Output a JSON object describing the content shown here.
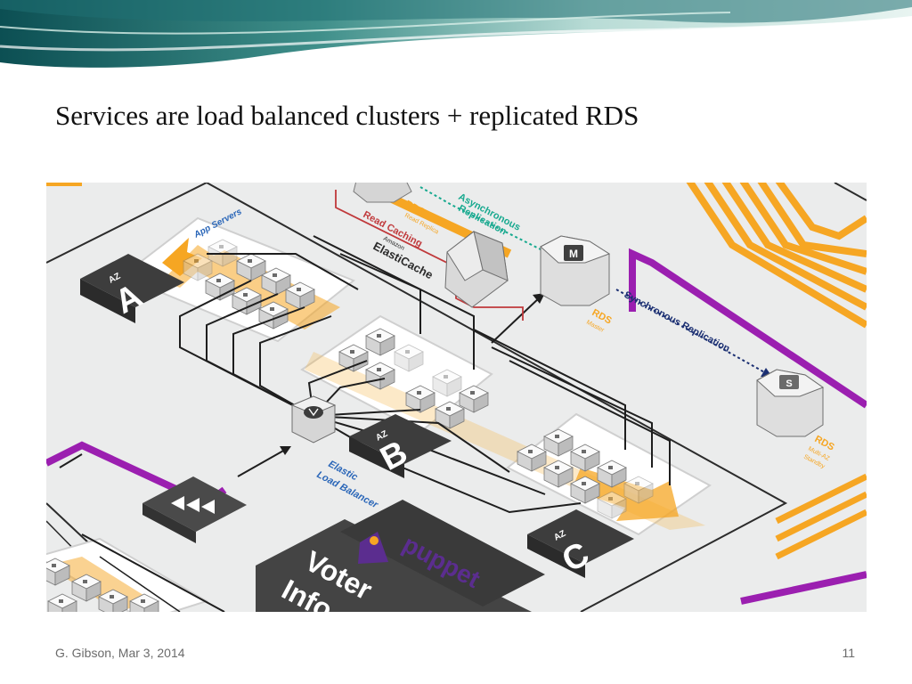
{
  "slide": {
    "title": "Services are load balanced clusters + replicated RDS",
    "footer_author_date": "G. Gibson, Mar 3, 2014",
    "page_number": "11"
  },
  "diagram": {
    "app_servers_label": "App Servers",
    "az_word": "AZ",
    "az_a": "A",
    "az_b": "B",
    "az_c": "C",
    "read_caching": "Read Caching",
    "amazon_small": "Amazon",
    "elasticache": "ElastiCache",
    "async_line1": "Asynchronous",
    "async_line2": "Replication",
    "sync_replication": "Synchronous Replication",
    "rds_replica_title": "RDS",
    "rds_replica_sub": "Read Replica",
    "rds_master_title": "RDS",
    "rds_master_sub": "Master",
    "rds_standby_title": "RDS",
    "rds_standby_sub1": "Multi-AZ",
    "rds_standby_sub2": "Standby",
    "master_letter": "M",
    "standby_letter": "S",
    "elb_line1": "Elastic",
    "elb_line2": "Load Balancer",
    "puppet_word": "puppet",
    "voter_line1": "Voter",
    "voter_line2": "Info",
    "colors": {
      "orange": "#f6a623",
      "purple": "#9b1fb0",
      "dark_tile": "#3f3f3f",
      "blue_text": "#2a66b8",
      "red_line": "#c0393b",
      "teal_dots": "#17a98f"
    }
  }
}
